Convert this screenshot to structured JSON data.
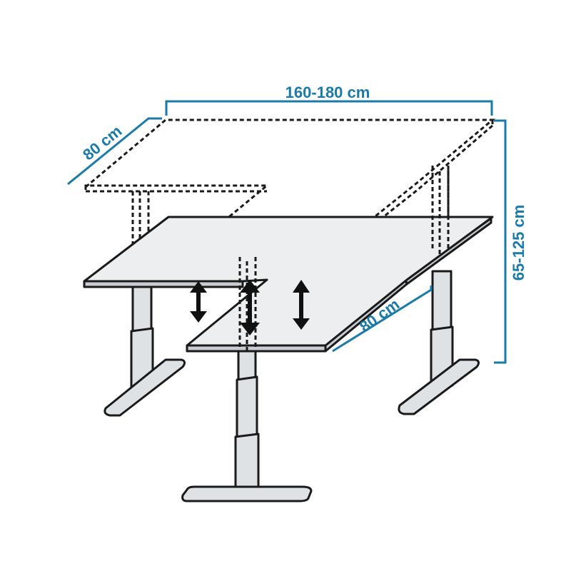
{
  "dimensions": {
    "width_label": "160-180 cm",
    "depth_label_top": "80 cm",
    "depth_label_return": "80 cm",
    "height_label": "65-125 cm"
  },
  "colors": {
    "dimension": "#1a7aa8",
    "outline": "#1a1a1a",
    "desktop_fill": "#eceeef",
    "frame_fill": "#dfe2e5",
    "arrow": "#111111"
  }
}
